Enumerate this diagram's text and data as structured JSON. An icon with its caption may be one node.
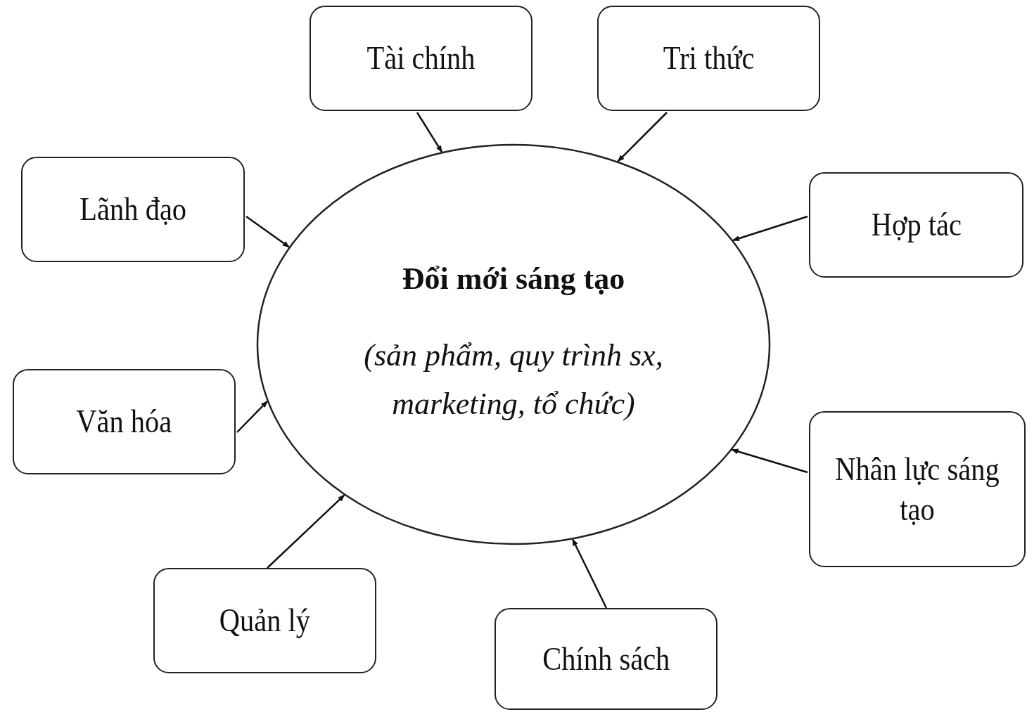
{
  "diagram": {
    "nodes": [
      {
        "text": [
          "Tài chính"
        ]
      },
      {
        "text": [
          "Tri thức"
        ]
      },
      {
        "text": [
          "Lãnh đạo"
        ]
      },
      {
        "text": [
          "Hợp tác"
        ]
      },
      {
        "text": [
          "Đổi mới sáng tạo",
          "(sản phẩm, quy trình sx, marketing, tổ chức)"
        ]
      },
      {
        "text": [
          "Văn hóa"
        ]
      },
      {
        "text": [
          "Nhân lực sáng tạo"
        ]
      },
      {
        "text": [
          "Quản lý"
        ]
      },
      {
        "text": [
          "Chính sách"
        ]
      }
    ],
    "edges": [
      {
        "from": 0,
        "to": 4,
        "arrow": "to"
      },
      {
        "from": 1,
        "to": 4,
        "arrow": "to"
      },
      {
        "from": 2,
        "to": 4,
        "arrow": "to"
      },
      {
        "from": 3,
        "to": 4,
        "arrow": "to"
      },
      {
        "from": 5,
        "to": 4,
        "arrow": "to"
      },
      {
        "from": 6,
        "to": 4,
        "arrow": "to"
      },
      {
        "from": 7,
        "to": 4,
        "arrow": "to"
      },
      {
        "from": 8,
        "to": 4,
        "arrow": "to"
      }
    ]
  }
}
